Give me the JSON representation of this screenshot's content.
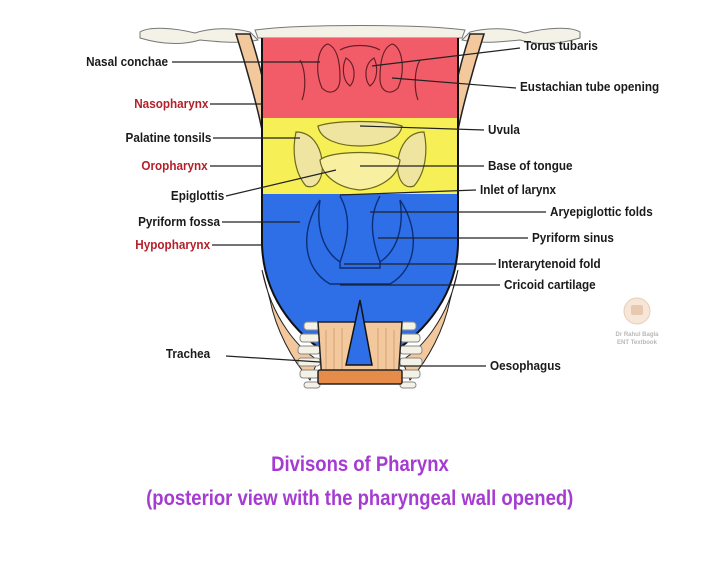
{
  "colors": {
    "nasopharynx": "#f25c68",
    "oropharynx": "#f6ef55",
    "hypopharynx": "#2e6fe8",
    "outline": "#111111",
    "muscle": "#f3c89c",
    "bone": "#f4f1e6",
    "region_label": "#b3202a",
    "caption": "#a53bd0"
  },
  "labels_left": [
    {
      "id": "nasal-conchae",
      "text": "Nasal conchae"
    },
    {
      "id": "nasopharynx",
      "text": "Nasopharynx",
      "region": true
    },
    {
      "id": "palatine-tonsils",
      "text": "Palatine tonsils"
    },
    {
      "id": "oropharynx",
      "text": "Oropharynx",
      "region": true
    },
    {
      "id": "epiglottis",
      "text": "Epiglottis"
    },
    {
      "id": "pyriform-fossa",
      "text": "Pyriform fossa"
    },
    {
      "id": "hypopharynx",
      "text": "Hypopharynx",
      "region": true
    },
    {
      "id": "trachea",
      "text": "Trachea"
    }
  ],
  "labels_right": [
    {
      "id": "torus-tubaris",
      "text": "Torus tubaris"
    },
    {
      "id": "eustachian-tube-opening",
      "text": "Eustachian tube opening"
    },
    {
      "id": "uvula",
      "text": "Uvula"
    },
    {
      "id": "base-of-tongue",
      "text": "Base of tongue"
    },
    {
      "id": "inlet-of-larynx",
      "text": "Inlet of larynx"
    },
    {
      "id": "aryepiglottic-folds",
      "text": "Aryepiglottic folds"
    },
    {
      "id": "pyriform-sinus",
      "text": "Pyriform sinus"
    },
    {
      "id": "interarytenoid-fold",
      "text": "Interarytenoid fold"
    },
    {
      "id": "cricoid-cartilage",
      "text": "Cricoid cartilage"
    },
    {
      "id": "oesophagus",
      "text": "Oesophagus"
    }
  ],
  "caption": {
    "line1": "Divisons of Pharynx",
    "line2": "(posterior view with the pharyngeal wall opened)"
  },
  "watermark": {
    "line1": "Dr Rahul Bagla",
    "line2": "ENT Textbook"
  }
}
